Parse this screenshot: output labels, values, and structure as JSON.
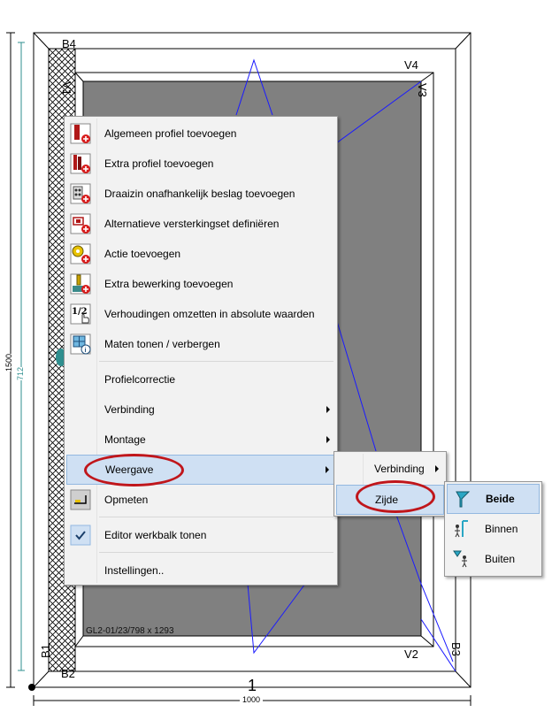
{
  "window": {
    "corner_labels": {
      "b4": "B4",
      "v4": "V4",
      "v3": "V3",
      "v1": "V1",
      "b1": "B1",
      "b2": "B2",
      "v2": "V2",
      "b3": "B3"
    },
    "glass_label": "GL2-01/23/798 x 1293",
    "center_number": "1",
    "dimensions": {
      "width": "1000",
      "height": "1500",
      "partial_height": "712"
    }
  },
  "colors": {
    "glass": "#808080",
    "frame_line": "#000000",
    "opening_line": "#1a1aff",
    "highlight": "#cfe0f3",
    "annotation": "#c0161b",
    "teal_dimension": "#2f8f8f"
  },
  "context_menu": {
    "items": [
      {
        "label": "Algemeen profiel toevoegen",
        "icon": "profile-add-icon"
      },
      {
        "label": "Extra profiel toevoegen",
        "icon": "extra-profile-add-icon"
      },
      {
        "label": "Draaizin onafhankelijk beslag toevoegen",
        "icon": "hardware-add-icon"
      },
      {
        "label": "Alternatieve versterkingset definiëren",
        "icon": "reinforcement-icon"
      },
      {
        "label": "Actie toevoegen",
        "icon": "action-gear-icon"
      },
      {
        "label": "Extra bewerking toevoegen",
        "icon": "drill-add-icon"
      },
      {
        "label": "Verhoudingen omzetten in absolute waarden",
        "icon": "ratio-hand-icon"
      },
      {
        "label": "Maten tonen / verbergen",
        "icon": "dimensions-info-icon"
      },
      {
        "label": "Profielcorrectie"
      },
      {
        "label": "Verbinding",
        "submenu": true
      },
      {
        "label": "Montage",
        "submenu": true
      },
      {
        "label": "Weergave",
        "submenu": true,
        "highlighted": true
      },
      {
        "label": "Opmeten",
        "icon": "measure-icon"
      },
      {
        "label": "Editor werkbalk tonen",
        "checked": true
      },
      {
        "label": "Instellingen.."
      }
    ]
  },
  "submenu_weergave": {
    "items": [
      {
        "label": "Verbinding",
        "submenu": true
      },
      {
        "label": "Zijde",
        "submenu": true,
        "highlighted": true
      }
    ]
  },
  "submenu_zijde": {
    "items": [
      {
        "label": "Beide",
        "icon": "side-both-icon",
        "highlighted": true,
        "bold": true
      },
      {
        "label": "Binnen",
        "icon": "side-inside-icon"
      },
      {
        "label": "Buiten",
        "icon": "side-outside-icon"
      }
    ]
  }
}
